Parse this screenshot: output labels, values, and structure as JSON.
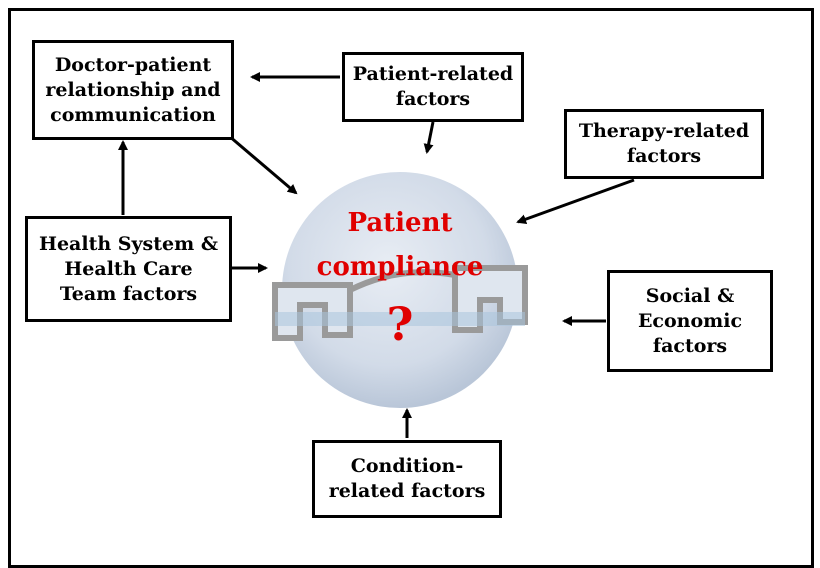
{
  "center": {
    "title_line1": "Patient",
    "title_line2": "compliance",
    "question_mark": "?"
  },
  "boxes": {
    "doctor_patient": [
      "Doctor-patient",
      "relationship and",
      "communication"
    ],
    "patient_related": [
      "Patient-related",
      "factors"
    ],
    "therapy_related": [
      "Therapy-related",
      "factors"
    ],
    "health_system": [
      "Health System &",
      "Health Care",
      "Team factors"
    ],
    "social_economic": [
      "Social &",
      "Economic",
      "factors"
    ],
    "condition_related": [
      "Condition-",
      "related factors"
    ]
  },
  "colors": {
    "title": "#e00000",
    "globe_fill": "#cfd9e8",
    "handshake_outline": "#9a9a9a"
  }
}
